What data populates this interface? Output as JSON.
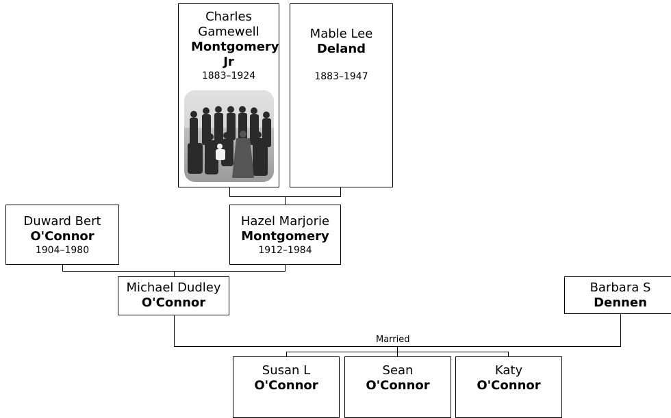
{
  "people": {
    "charles": {
      "given": "Charles Gamewell",
      "surname": "Montgomery Jr",
      "dates": "1883–1924"
    },
    "mable": {
      "given": "Mable Lee",
      "surname": "Deland",
      "dates": "1883–1947"
    },
    "duward": {
      "given": "Duward Bert",
      "surname": "O'Connor",
      "dates": "1904–1980"
    },
    "hazel": {
      "given": "Hazel Marjorie",
      "surname": "Montgomery",
      "dates": "1912–1984"
    },
    "michael": {
      "given": "Michael Dudley",
      "surname": "O'Connor"
    },
    "barbara": {
      "given": "Barbara S",
      "surname": "Dennen"
    },
    "susan": {
      "given": "Susan L",
      "surname": "O'Connor"
    },
    "sean": {
      "given": "Sean",
      "surname": "O'Connor"
    },
    "katy": {
      "given": "Katy",
      "surname": "O'Connor"
    }
  },
  "relationship_label": "Married",
  "photo_icon": "family-group-photo"
}
